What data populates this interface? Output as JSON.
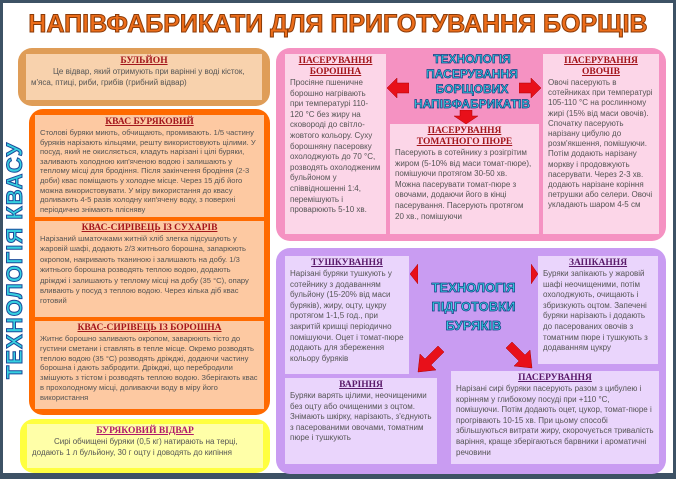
{
  "title": "НАПІВФАБРИКАТИ ДЛЯ ПРИГОТУВАННЯ БОРЩІВ",
  "kvas_section_title": "ТЕХНОЛОГІЯ КВАСУ",
  "bulion": {
    "heading": "БУЛЬЙОН",
    "text": "Це відвар, який отримують при варінні у воді кісток, м'яса, птиці, риби, грибів (грибний відвар)"
  },
  "kvas": [
    {
      "heading": "КВАС БУРЯКОВИЙ",
      "text": "Столові буряки миють, обчищають, промивають. 1/5 частину буряків нарізають кільцями, решту використовують цілими. У посуд, який не окисляється, кладуть нарізані і цілі буряки, заливають холодною кип'яченою водою і залишають у теплому місці для бродіння. Після закінчення бродіння (2-3 доби) квас поміщають у холодне місце. Через 15 діб його можна використовувати. У міру використання до квасу доливають 4-5 разів холодну кип'ячену воду, з поверхні періодично знімають плісняву"
    },
    {
      "heading": "КВАС-СИРІВЕЦЬ ІЗ СУХАРІВ",
      "text": "Нарізаний шматочками житній хліб злегка підсушують у жаровій шафі, додають 2/3 житнього борошна, запарюють окропом, накривають тканиною і залишають на добу. 1/3 житнього борошна розводять теплою водою, додають дріжджі і залишають у теплому місці на добу (35 °С), опару вливають у посуд з теплою водою. Через кілька діб квас готовий"
    },
    {
      "heading": "КВАС-СИРІВЕЦЬ ІЗ БОРОШНА",
      "text": "Житнє борошно заливають окропом, заварюють тісто до густини сметани і ставлять в тепле місце. Окремо розводять теплою водою (35 °С) розводять дріжджі, додаючи частину борошна і дають забродити. Дріжджі, що перебродили змішують з тістом і розводять теплою водою. Зберігають квас в прохолодному місці, доливаючи воду в міру його використання"
    }
  ],
  "buryak_vidvar": {
    "heading": "БУРЯКОВИЙ ВІДВАР",
    "text": "Сирі обчищені буряки (0,5 кг) натирають на терці, додають 1 л бульйону, 30 г оцту і доводять до кипіння"
  },
  "paseruvannya": {
    "title": "ТЕХНОЛОГІЯ ПАСЕРУВАННЯ БОРЩОВИХ НАПІВФАБРИКАТІВ",
    "borosha": {
      "heading": "ПАСЕРУВАННЯ БОРОШНА",
      "text": "Просіяне пшеничне борошно нагрівають при температурі 110-120 °С без жиру на сковороді до світло-жовтого кольору. Суху борошняну пасеровку охолоджують до 70 °С, розводять охолодженим бульйоном у співвідношенні 1:4, перемішують і проварюють 5-10 хв."
    },
    "tomat": {
      "heading": "ПАСЕРУВАННЯ ТОМАТНОГО ПЮРЕ",
      "text": "Пасерують в сотейнику з розігрітим жиром (5-10% від маси томат-пюре), помішуючи протягом 30-50 хв. Можна пасерувати томат-пюре з овочами, додаючи його в кінці пасерування. Пасерують протягом 20 хв., помішуючи"
    },
    "ovochi": {
      "heading": "ПАСЕРУВАННЯ ОВОЧІВ",
      "text": "Овочі пасерують в сотейниках при температурі 105-110 °С на рослинному жирі (15% від маси овочів). Спочатку пасерують нарізану цибулю до розм'якшення, помішуючи. Потім додають нарізану моркву і продовжують пасерувати. Через 2-3 хв. додають нарізане коріння петрушки або селери. Овочі укладають шаром 4-5 см"
    }
  },
  "buryaky": {
    "title": "ТЕХНОЛОГІЯ ПІДГОТОВКИ БУРЯКІВ",
    "tushkuvannya": {
      "heading": "ТУШКУВАННЯ",
      "text": "Нарізані буряки тушкують у сотейнику з додаванням бульйону (15-20% від маси буряків), жиру, оцту, цукру протягом 1-1,5 год., при закритій кришці періодично помішуючи. Оцет і томат-пюре додають для збереження кольору буряків"
    },
    "zapikannya": {
      "heading": "ЗАПІКАННЯ",
      "text": "Буряки запікають у жаровій шафі неочищеними, потім охолоджують, очищають і збризкують оцтом. Запечені буряки нарізають і додають до пасерованих овочів з томатним пюре і тушкують з додаванням цукру"
    },
    "varinnya": {
      "heading": "ВАРІННЯ",
      "text": "Буряки варять цілими, неочищеними без оцту або очищеними з оцтом. Знімають шкірку, нарізають, з'єднують з пасерованими овочами, томатним пюре і тушкують"
    },
    "paseruvannya": {
      "heading": "ПАСЕРУВАННЯ",
      "text": "Нарізані сирі буряки пасерують разом з цибулею і корінням у глибокому посуді при +110 °С, помішуючи. Потім додають оцет, цукор, томат-пюре і прогрівають 10-15 хв. При цьому способі збільшуються витрати жиру, скорочується тривалість варіння, краще зберігаються барвники і ароматичні речовини"
    }
  },
  "colors": {
    "title": "#ec6d1a",
    "heading": "#a3161c",
    "orange_frame": "#ff6a00",
    "pink_frame": "#f592c2",
    "purple_frame": "#c99cf2",
    "arrow": "#e8101a"
  }
}
